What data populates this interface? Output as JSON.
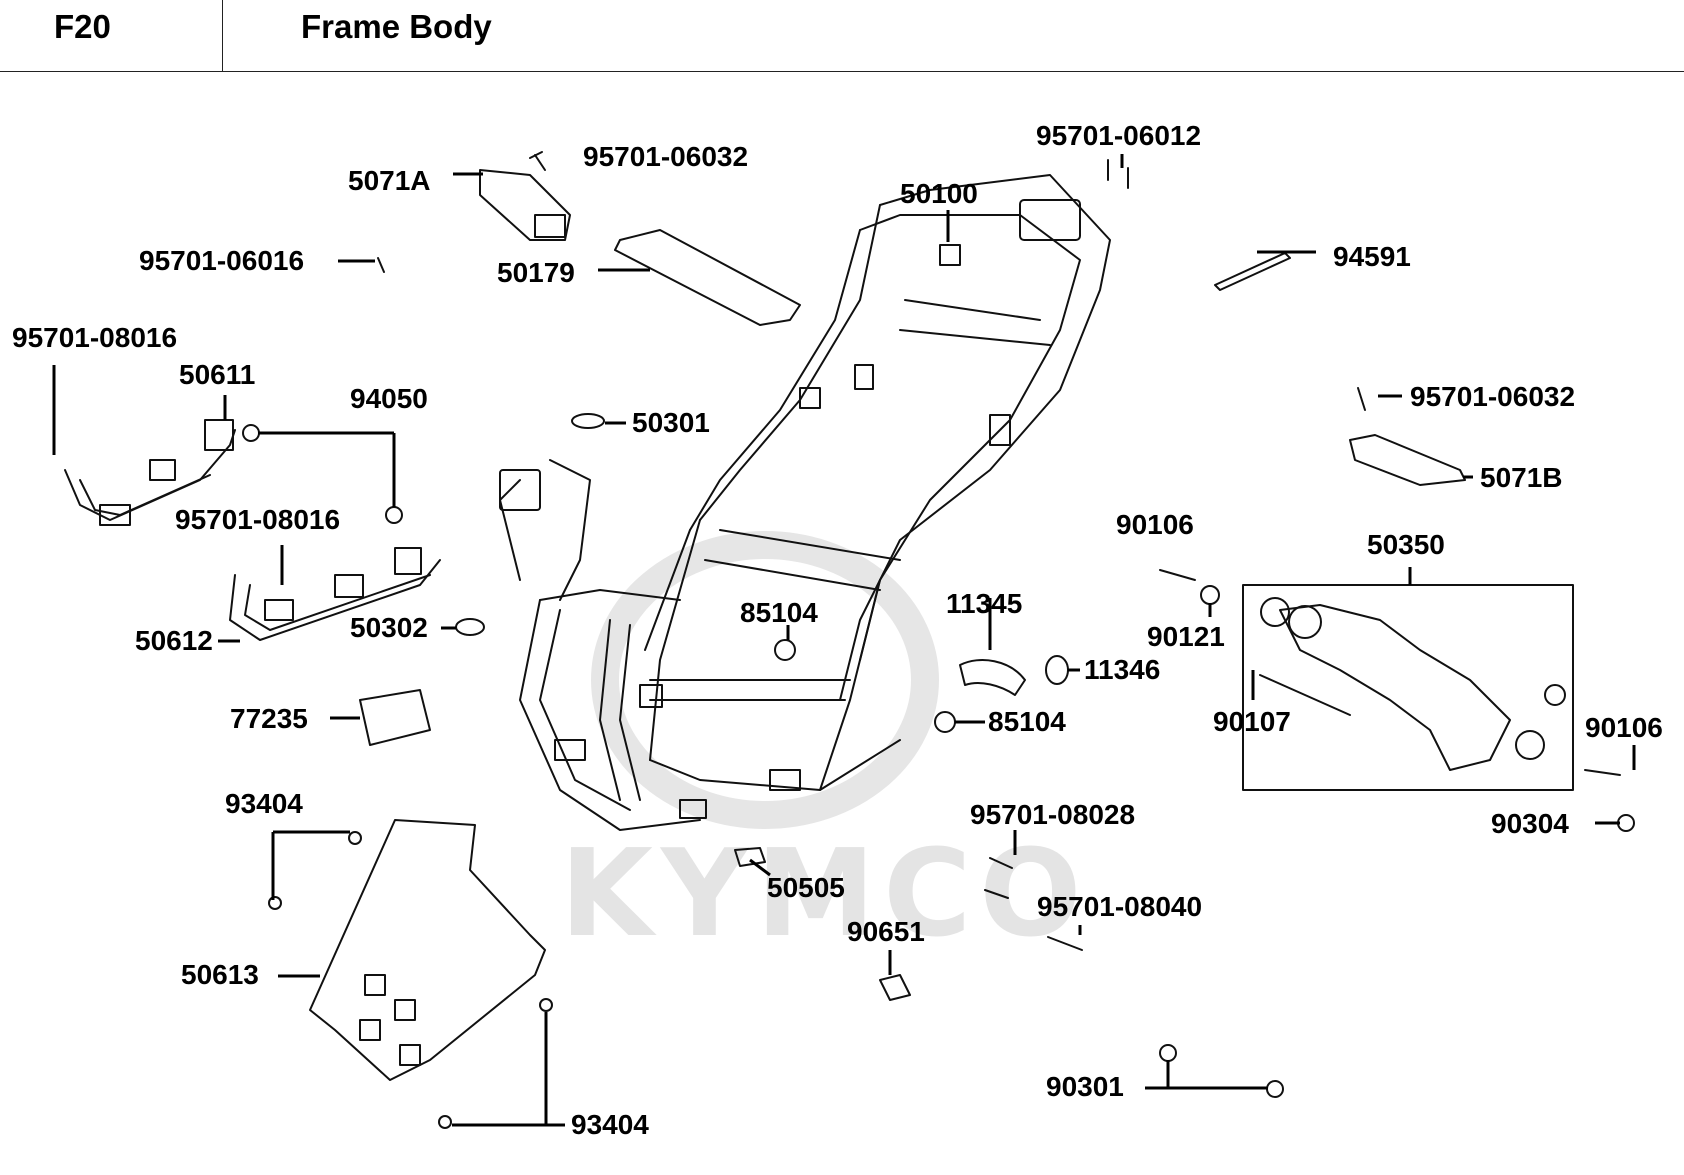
{
  "header": {
    "code": "F20",
    "title": "Frame Body"
  },
  "watermark": {
    "brand": "KYMCO",
    "color": "#e4e4e4"
  },
  "parts": [
    {
      "id": "p1",
      "label": "95701-06032"
    },
    {
      "id": "p2",
      "label": "5071A"
    },
    {
      "id": "p3",
      "label": "95701-06012"
    },
    {
      "id": "p4",
      "label": "50100"
    },
    {
      "id": "p5",
      "label": "95701-06016"
    },
    {
      "id": "p6",
      "label": "50179"
    },
    {
      "id": "p7",
      "label": "94591"
    },
    {
      "id": "p8",
      "label": "95701-08016"
    },
    {
      "id": "p9",
      "label": "50611"
    },
    {
      "id": "p10",
      "label": "94050"
    },
    {
      "id": "p11",
      "label": "50301"
    },
    {
      "id": "p12",
      "label": "95701-06032"
    },
    {
      "id": "p13",
      "label": "5071B"
    },
    {
      "id": "p14",
      "label": "95701-08016"
    },
    {
      "id": "p15",
      "label": "90106"
    },
    {
      "id": "p16",
      "label": "50350"
    },
    {
      "id": "p17",
      "label": "11345"
    },
    {
      "id": "p18",
      "label": "85104"
    },
    {
      "id": "p19",
      "label": "90121"
    },
    {
      "id": "p20",
      "label": "50612"
    },
    {
      "id": "p21",
      "label": "50302"
    },
    {
      "id": "p22",
      "label": "11346"
    },
    {
      "id": "p23",
      "label": "77235"
    },
    {
      "id": "p24",
      "label": "85104"
    },
    {
      "id": "p25",
      "label": "90107"
    },
    {
      "id": "p26",
      "label": "90106"
    },
    {
      "id": "p27",
      "label": "93404"
    },
    {
      "id": "p28",
      "label": "95701-08028"
    },
    {
      "id": "p29",
      "label": "90304"
    },
    {
      "id": "p30",
      "label": "50505"
    },
    {
      "id": "p31",
      "label": "95701-08040"
    },
    {
      "id": "p32",
      "label": "90651"
    },
    {
      "id": "p33",
      "label": "50613"
    },
    {
      "id": "p34",
      "label": "90301"
    },
    {
      "id": "p35",
      "label": "93404"
    }
  ]
}
